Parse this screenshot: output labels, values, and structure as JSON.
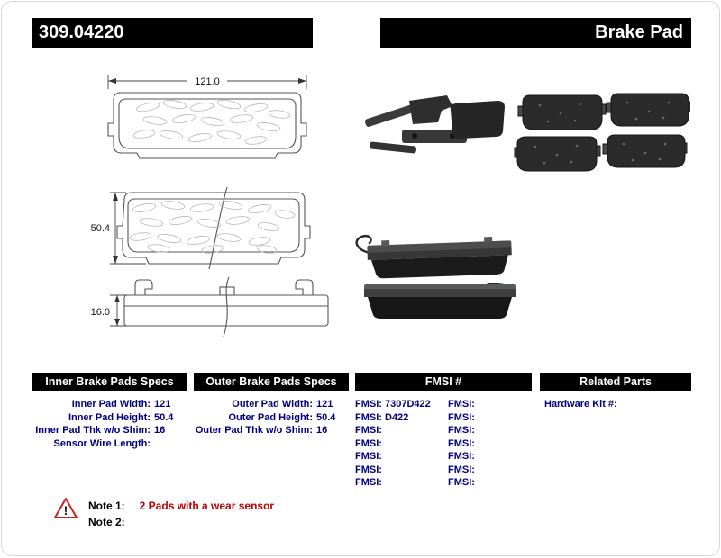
{
  "header": {
    "part_number": "309.04220",
    "product_type": "Brake Pad"
  },
  "drawings": {
    "width_dim": "121.0",
    "height_dim": "50.4",
    "thickness_dim": "16.0"
  },
  "tables": {
    "inner": {
      "header": "Inner Brake Pads Specs",
      "rows": [
        {
          "label": "Inner Pad Width:",
          "value": "121"
        },
        {
          "label": "Inner Pad Height:",
          "value": "50.4"
        },
        {
          "label": "Inner Pad Thk w/o Shim:",
          "value": "16"
        },
        {
          "label": "Sensor Wire Length:",
          "value": ""
        }
      ]
    },
    "outer": {
      "header": "Outer Brake Pads Specs",
      "rows": [
        {
          "label": "Outer Pad Width:",
          "value": "121"
        },
        {
          "label": "Outer Pad Height:",
          "value": "50.4"
        },
        {
          "label": "Outer Pad Thk w/o Shim:",
          "value": "16"
        }
      ]
    },
    "fmsi": {
      "header": "FMSI #",
      "col1": [
        {
          "label": "FMSI:",
          "value": "7307D422"
        },
        {
          "label": "FMSI:",
          "value": "D422"
        },
        {
          "label": "FMSI:",
          "value": ""
        },
        {
          "label": "FMSI:",
          "value": ""
        },
        {
          "label": "FMSI:",
          "value": ""
        },
        {
          "label": "FMSI:",
          "value": ""
        },
        {
          "label": "FMSI:",
          "value": ""
        }
      ],
      "col2": [
        {
          "label": "FMSI:",
          "value": ""
        },
        {
          "label": "FMSI:",
          "value": ""
        },
        {
          "label": "FMSI:",
          "value": ""
        },
        {
          "label": "FMSI:",
          "value": ""
        },
        {
          "label": "FMSI:",
          "value": ""
        },
        {
          "label": "FMSI:",
          "value": ""
        },
        {
          "label": "FMSI:",
          "value": ""
        }
      ]
    },
    "related": {
      "header": "Related Parts",
      "rows": [
        {
          "label": "Hardware Kit #:",
          "value": ""
        }
      ]
    }
  },
  "notes": {
    "note1_label": "Note 1:",
    "note1_text": "2 Pads with a wear sensor",
    "note2_label": "Note 2:",
    "note2_text": ""
  },
  "colors": {
    "accent_navy": "#00007d",
    "note_red": "#c00000",
    "bar_black": "#000000"
  }
}
